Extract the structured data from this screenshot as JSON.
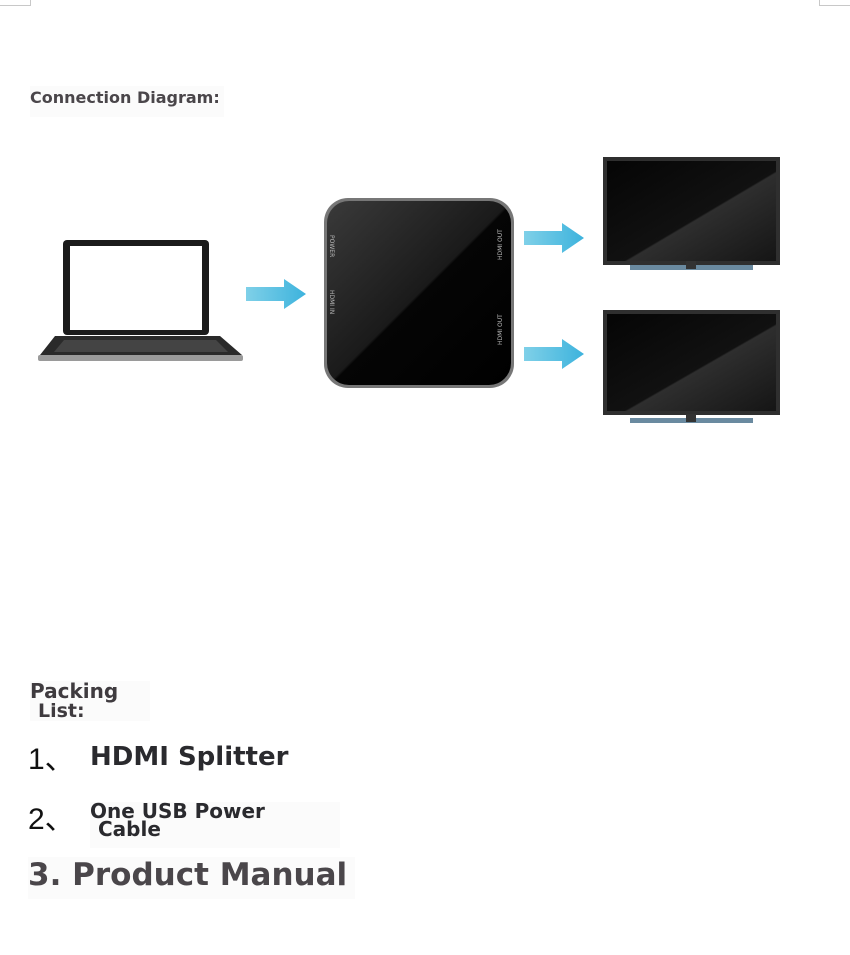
{
  "document": {
    "connection_heading": "Connection Diagram:",
    "packing_heading_line1": "Packing",
    "packing_heading_line2": "List:",
    "items": [
      {
        "number": "1、",
        "text": "HDMI Splitter"
      },
      {
        "number": "2、",
        "text_line1": "One USB Power",
        "text_line2": "Cable"
      },
      {
        "full": "3. Product Manual"
      }
    ]
  },
  "diagram": {
    "source": "laptop-icon",
    "device": "hdmi-splitter-box-icon",
    "outputs": [
      "monitor-icon",
      "monitor-icon"
    ],
    "arrow_color": "#5bc0de"
  }
}
